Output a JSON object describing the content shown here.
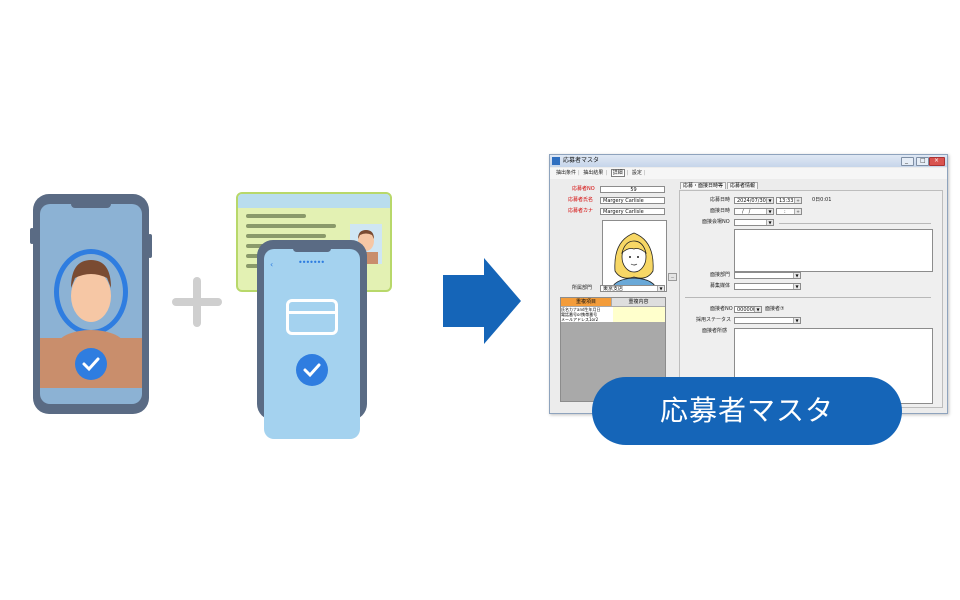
{
  "window": {
    "title": "応募者マスタ",
    "menu": [
      "抽出条件",
      "抽出結果",
      "詳細",
      "設定"
    ],
    "active_menu": "詳細"
  },
  "left_form": {
    "applicant_no_label": "応募者NO",
    "applicant_no_value": "59",
    "name_label": "応募者氏名",
    "name_value": "Margery Carlisle",
    "kana_label": "応募者カナ",
    "kana_value": "Margery Carlisle",
    "dept_label": "所属部門",
    "dept_value": "東京支店",
    "list_headers": [
      "重複項目",
      "重複内容"
    ],
    "list_rows": [
      "氏名カナand生年月日",
      "電話番号or携帯番号",
      "メールアドレス1or2"
    ]
  },
  "right_form": {
    "tabs": [
      "応募・面接日時等",
      "応募者情報"
    ],
    "apply_date_label": "応募日時",
    "apply_date_value": "2024/07/30",
    "apply_time_value": "13:33",
    "apply_elapsed": "0日0:01",
    "interview_date_label": "面接日時",
    "interview_date_value": "__/__/__",
    "interview_time_value": "__:__",
    "interviewer_label": "面接会場NO",
    "interview_dept_label": "面接部門",
    "media_label": "募集媒体",
    "manager_no_label": "面接者NO",
    "manager_no_value": "000000",
    "manager_name": "面接者⑦",
    "status_label": "採用ステータス",
    "contract_label": "面接者所感"
  },
  "banner": {
    "text": "応募者マスタ"
  },
  "colors": {
    "accent": "#1565b8",
    "list_header_active": "#f39c3a",
    "list_highlight": "#ffffcc"
  }
}
